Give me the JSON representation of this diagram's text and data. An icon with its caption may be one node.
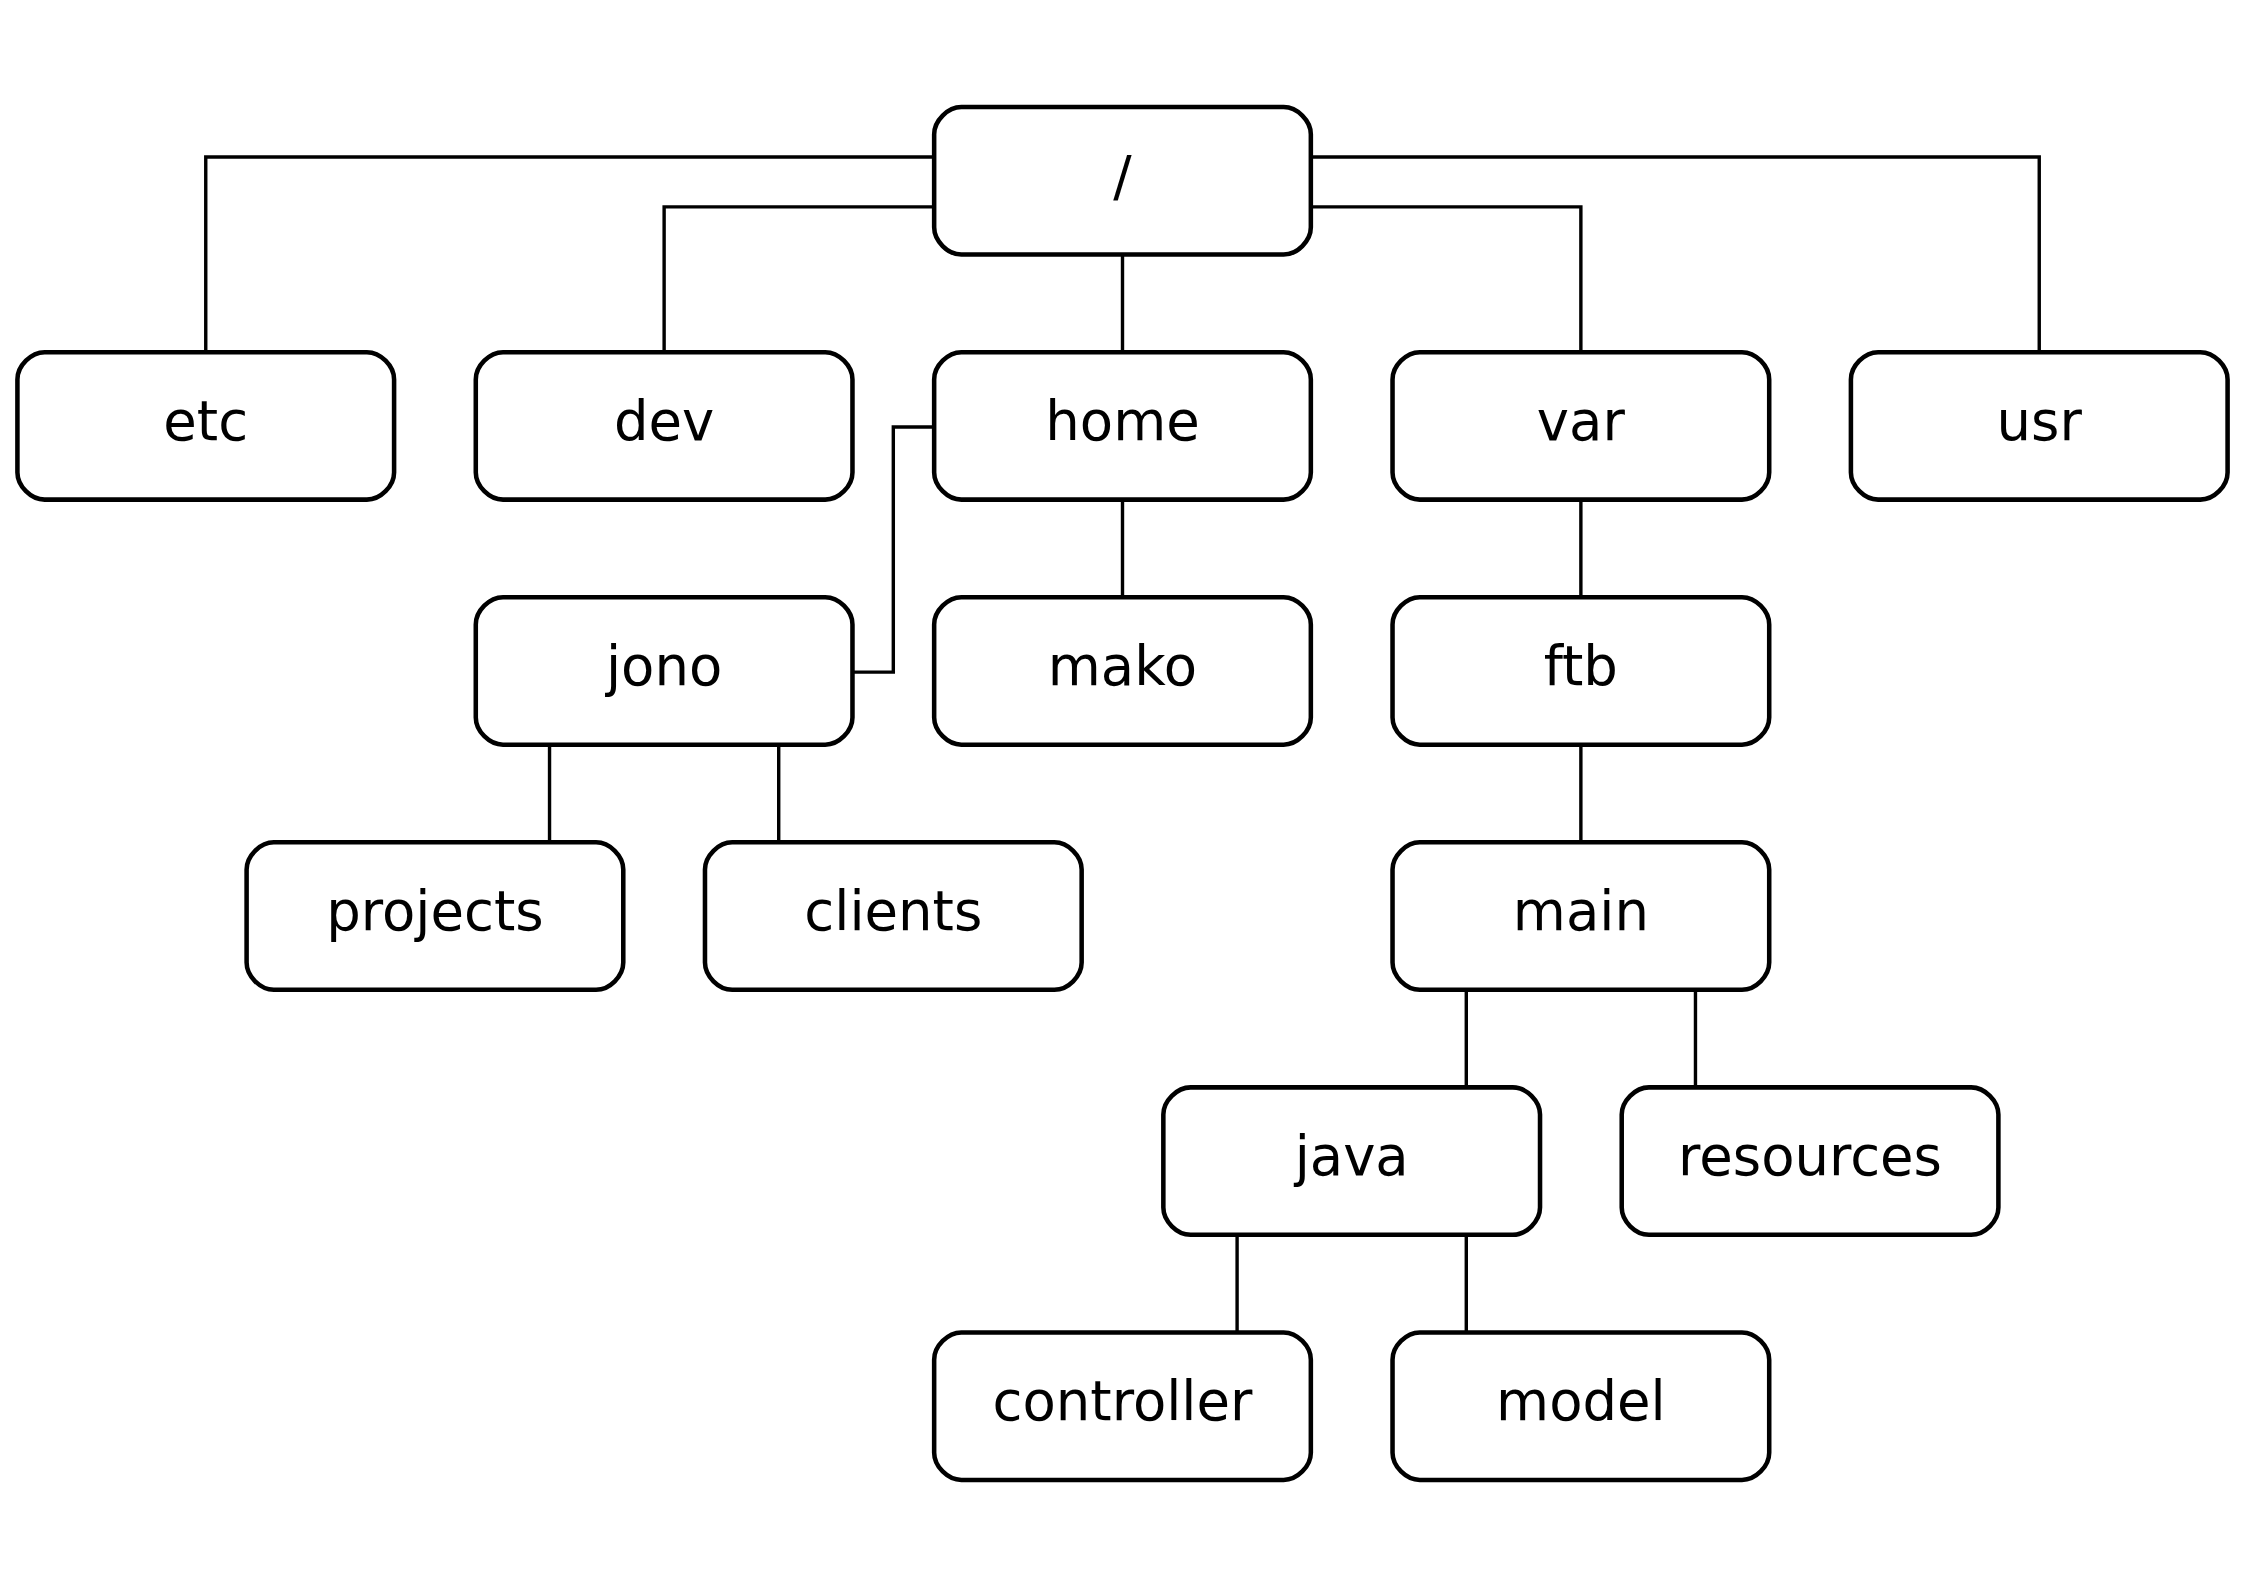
{
  "diagram": {
    "nodes": [
      {
        "text": [
          "/"
        ]
      },
      {
        "text": [
          "etc"
        ]
      },
      {
        "text": [
          "dev"
        ]
      },
      {
        "text": [
          "home"
        ]
      },
      {
        "text": [
          "var"
        ]
      },
      {
        "text": [
          "usr"
        ]
      },
      {
        "text": [
          "jono"
        ]
      },
      {
        "text": [
          "mako"
        ]
      },
      {
        "text": [
          "ftb"
        ]
      },
      {
        "text": [
          "main"
        ]
      },
      {
        "text": [
          "projects"
        ]
      },
      {
        "text": [
          "clients"
        ]
      },
      {
        "text": [
          "java"
        ]
      },
      {
        "text": [
          "resources"
        ]
      },
      {
        "text": [
          "controller"
        ]
      },
      {
        "text": [
          "model"
        ]
      }
    ],
    "edges": [
      {
        "from": 0,
        "to": 1,
        "arrow": "none"
      },
      {
        "from": 0,
        "to": 2,
        "arrow": "none"
      },
      {
        "from": 0,
        "to": 3,
        "arrow": "none"
      },
      {
        "from": 0,
        "to": 4,
        "arrow": "none"
      },
      {
        "from": 0,
        "to": 5,
        "arrow": "none"
      },
      {
        "from": 3,
        "to": 6,
        "arrow": "none"
      },
      {
        "from": 3,
        "to": 7,
        "arrow": "none"
      },
      {
        "from": 4,
        "to": 8,
        "arrow": "none"
      },
      {
        "from": 8,
        "to": 9,
        "arrow": "none"
      },
      {
        "from": 6,
        "to": 10,
        "arrow": "none"
      },
      {
        "from": 6,
        "to": 11,
        "arrow": "none"
      },
      {
        "from": 9,
        "to": 12,
        "arrow": "none"
      },
      {
        "from": 9,
        "to": 13,
        "arrow": "none"
      },
      {
        "from": 12,
        "to": 14,
        "arrow": "none"
      },
      {
        "from": 12,
        "to": 15,
        "arrow": "none"
      }
    ]
  }
}
